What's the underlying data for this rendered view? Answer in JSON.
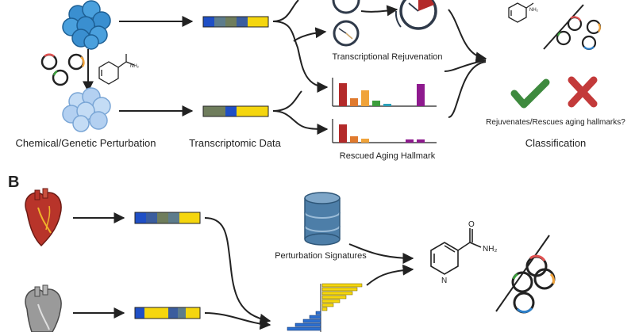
{
  "panel_b_label": "B",
  "panel_a": {
    "perturbation_label": "Chemical/Genetic Perturbation",
    "transcriptomic_label": "Transcriptomic Data",
    "rejuvenation_label": "Transcriptional Rejuvenation",
    "rescued_label": "Rescued Aging Hallmark",
    "question_label": "Rejuvenates/Rescues aging hallmarks?",
    "classification_label": "Classification",
    "nh2_small": "NH₂"
  },
  "panel_b": {
    "signatures_label": "Perturbation Signatures",
    "nh2": "NH₂"
  },
  "colors": {
    "blue": "#1f4fc6",
    "yellow": "#f5d60e",
    "olive": "#6f7d5c",
    "slate": "#5d7c8c",
    "green_check": "#3e8a3e",
    "red_x": "#c33a3a",
    "cell_blue": "#3a8fd0",
    "cell_light": "#a9c9ef",
    "heart_red": "#b8342a",
    "heart_gray": "#9a9a9a",
    "db_blue": "#4d7ea8"
  }
}
